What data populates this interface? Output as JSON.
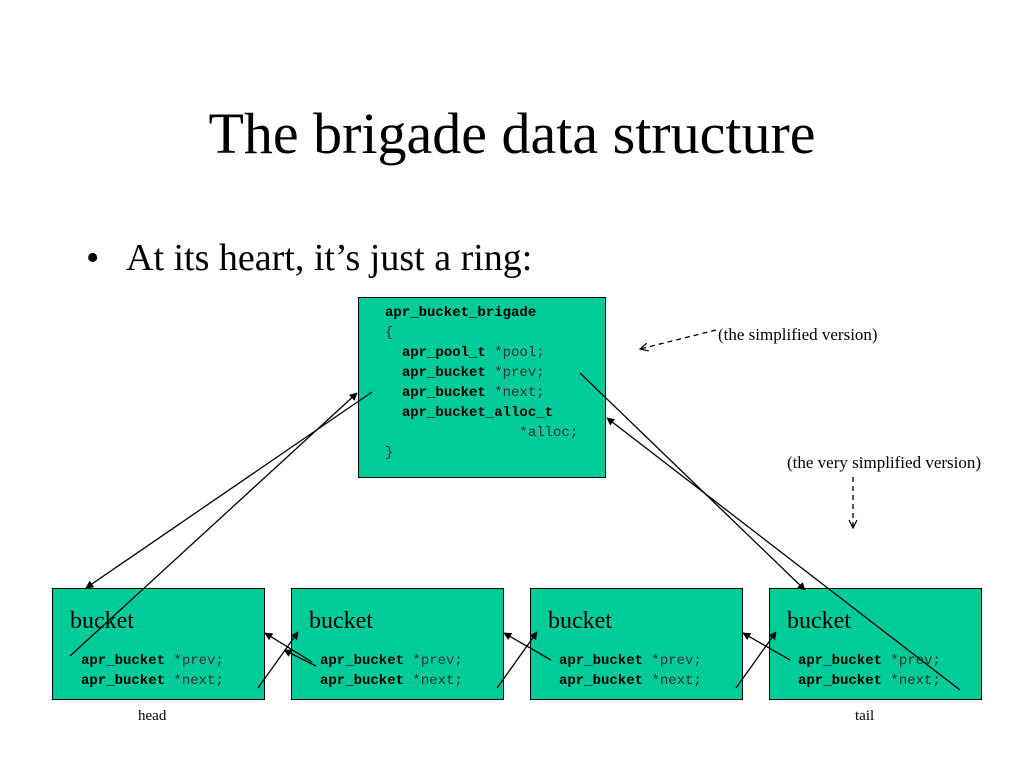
{
  "slide": {
    "title": "The brigade data structure",
    "bullet": "At its heart, it’s just a ring:",
    "bullet_symbol": "•"
  },
  "brigade": {
    "name": "apr_bucket_brigade",
    "open_brace": "{",
    "close_brace": "}",
    "fields": [
      {
        "type": "apr_pool_t",
        "rest": " *pool;"
      },
      {
        "type": "apr_bucket",
        "rest": " *prev;"
      },
      {
        "type": "apr_bucket",
        "rest": " *next;"
      },
      {
        "type": "apr_bucket_alloc_t",
        "rest": ""
      }
    ],
    "alloc_line": "*alloc;"
  },
  "buckets": [
    {
      "name": "bucket",
      "prev_type": "apr_bucket",
      "prev_rest": " *prev;",
      "next_type": "apr_bucket",
      "next_rest": " *next;"
    },
    {
      "name": "bucket",
      "prev_type": "apr_bucket",
      "prev_rest": " *prev;",
      "next_type": "apr_bucket",
      "next_rest": " *next;"
    },
    {
      "name": "bucket",
      "prev_type": "apr_bucket",
      "prev_rest": " *prev;",
      "next_type": "apr_bucket",
      "next_rest": " *next;"
    },
    {
      "name": "bucket",
      "prev_type": "apr_bucket",
      "prev_rest": " *prev;",
      "next_type": "apr_bucket",
      "next_rest": " *next;"
    }
  ],
  "notes": {
    "simplified": "(the simplified version)",
    "very_simplified": "(the very simplified version)"
  },
  "captions": {
    "head": "head",
    "tail": "tail"
  },
  "colors": {
    "box_fill": "#00cc99",
    "code_type": "#000000",
    "code_rest": "#333333"
  }
}
